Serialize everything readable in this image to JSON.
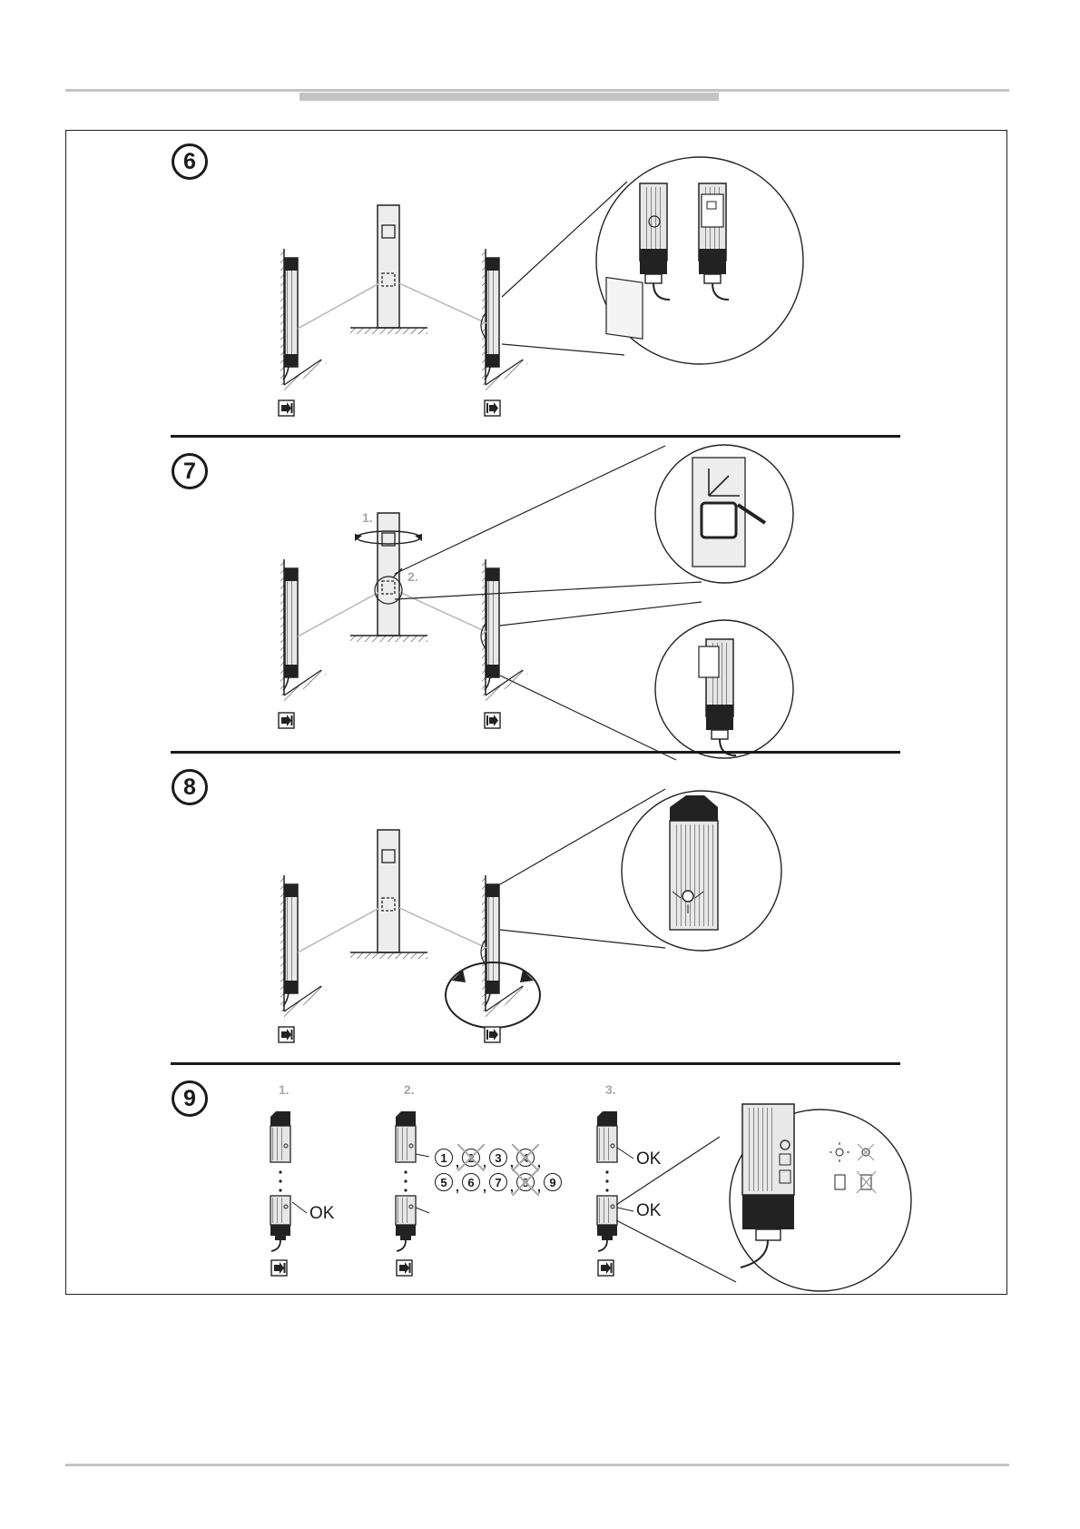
{
  "steps": [
    {
      "number": "6"
    },
    {
      "number": "7",
      "sub_labels": [
        "1.",
        "2."
      ]
    },
    {
      "number": "8"
    },
    {
      "number": "9",
      "sub_labels": [
        "1.",
        "2.",
        "3."
      ],
      "ok_label": "OK",
      "sequence": [
        "1",
        "2",
        "3",
        "4",
        "5",
        "6",
        "7",
        "8",
        "9"
      ],
      "failed_in_sequence": [
        "2",
        "4",
        "8"
      ]
    }
  ]
}
